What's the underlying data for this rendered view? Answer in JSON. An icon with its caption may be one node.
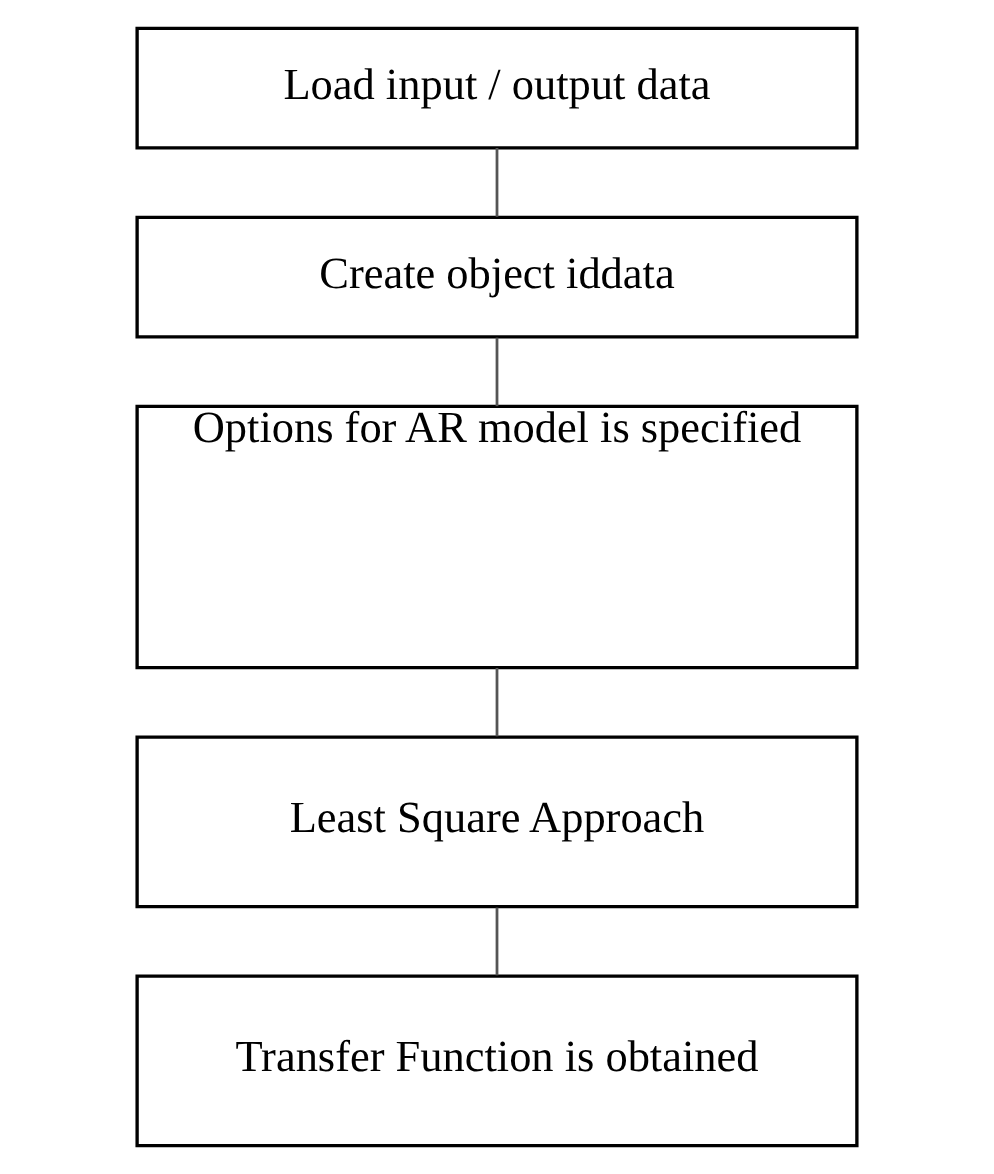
{
  "diagram": {
    "nodes": [
      {
        "text": [
          "Load input / output data"
        ]
      },
      {
        "text": [
          "Create object iddata"
        ]
      },
      {
        "text": [
          "Options for AR model is specified"
        ]
      },
      {
        "text": [
          "Least Square Approach"
        ]
      },
      {
        "text": [
          "Transfer Function is obtained"
        ]
      }
    ],
    "edges": [
      {
        "from": 0,
        "to": 1,
        "arrow": "none"
      },
      {
        "from": 1,
        "to": 2,
        "arrow": "none"
      },
      {
        "from": 2,
        "to": 3,
        "arrow": "none"
      },
      {
        "from": 3,
        "to": 4,
        "arrow": "none"
      }
    ]
  }
}
